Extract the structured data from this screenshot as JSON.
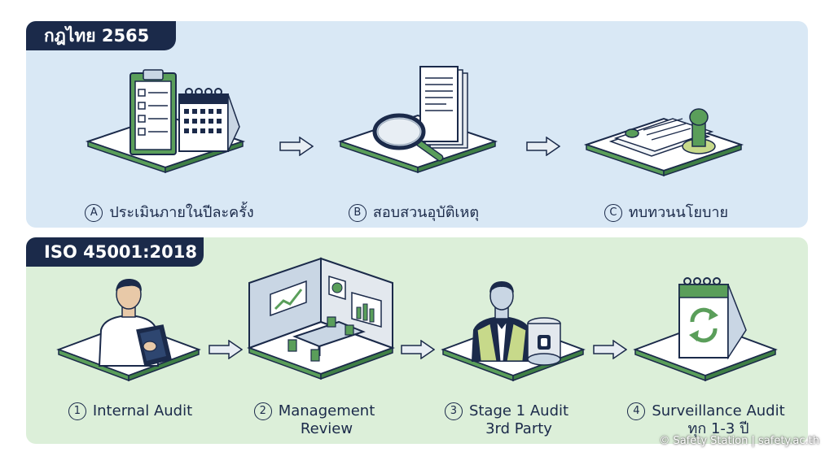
{
  "sections": {
    "thai_law": {
      "title": "กฎไทย 2565",
      "steps": [
        {
          "badge": "A",
          "label": "ประเมินภายในปีละครั้ง",
          "icon": "clipboard-calendar-icon"
        },
        {
          "badge": "B",
          "label": "สอบสวนอุบัติเหตุ",
          "icon": "documents-magnifier-icon"
        },
        {
          "badge": "C",
          "label": "ทบทวนนโยบาย",
          "icon": "policy-stamp-icon"
        }
      ]
    },
    "iso": {
      "title": "ISO 45001:2018",
      "steps": [
        {
          "badge": "1",
          "line1": "Internal Audit",
          "line2": "",
          "icon": "auditor-clipboard-icon"
        },
        {
          "badge": "2",
          "line1": "Management",
          "line2": "Review",
          "icon": "meeting-room-icon"
        },
        {
          "badge": "3",
          "line1": "Stage 1 Audit",
          "line2": "3rd Party",
          "icon": "inspector-certificate-icon"
        },
        {
          "badge": "4",
          "line1": "Surveillance Audit",
          "line2": "ทุก 1-3 ปี",
          "icon": "recurring-calendar-icon"
        }
      ]
    }
  },
  "credit": "© Safety Station | safety.ac.th",
  "colors": {
    "navy": "#1b2a4a",
    "panel_blue": "#d9e8f5",
    "panel_green": "#dcefd9",
    "accent_green": "#5a9e5a"
  }
}
